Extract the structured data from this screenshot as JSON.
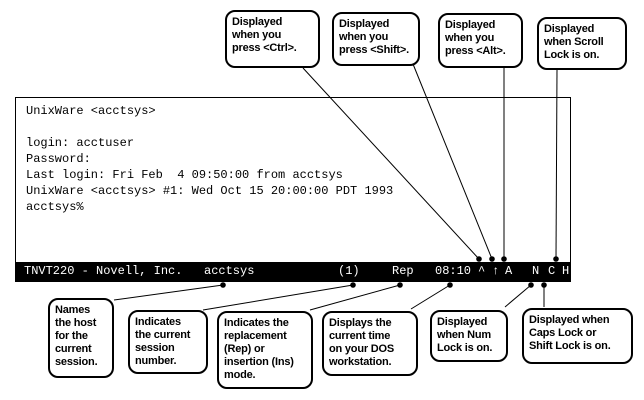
{
  "colors": {
    "background": "#ffffff",
    "foreground": "#000000",
    "status_bar_bg": "#000000",
    "status_bar_text": "#ffffff"
  },
  "callouts_top": [
    {
      "id": "ctrl",
      "text": "Displayed\nwhen you\npress <Ctrl>."
    },
    {
      "id": "shift",
      "text": "Displayed\nwhen you\npress <Shift>."
    },
    {
      "id": "alt",
      "text": "Displayed\nwhen you\npress <Alt>."
    },
    {
      "id": "scroll_lock",
      "text": "Displayed\nwhen Scroll\nLock is on."
    }
  ],
  "terminal": {
    "lines": [
      "UnixWare <acctsys>",
      "",
      "login: acctuser",
      "Password:",
      "Last login: Fri Feb  4 09:50:00 from acctsys",
      "UnixWare <acctsys> #1: Wed Oct 15 20:00:00 PDT 1993",
      "acctsys%"
    ]
  },
  "status_bar": {
    "title": "TNVT220 - Novell, Inc.",
    "host": "acctsys",
    "session": "(1)",
    "mode": "Rep",
    "time": "08:10",
    "ctrl_indicator": "^",
    "shift_indicator": "↑",
    "alt_indicator": "A",
    "num_lock_indicator": "N",
    "caps_lock_indicator": "C",
    "scroll_lock_indicator": "H"
  },
  "callouts_bottom": [
    {
      "id": "host",
      "text": "Names\nthe host\nfor the\ncurrent\nsession."
    },
    {
      "id": "session",
      "text": "Indicates\nthe current\nsession\nnumber."
    },
    {
      "id": "mode",
      "text": "Indicates the\nreplacement\n(Rep) or\ninsertion (Ins)\nmode."
    },
    {
      "id": "time",
      "text": "Displays the\ncurrent time\non your DOS\nworkstation."
    },
    {
      "id": "num_lock",
      "text": "Displayed\nwhen Num\nLock is on."
    },
    {
      "id": "caps_lock",
      "text": "Displayed when\nCaps Lock or\nShift Lock is on."
    }
  ]
}
